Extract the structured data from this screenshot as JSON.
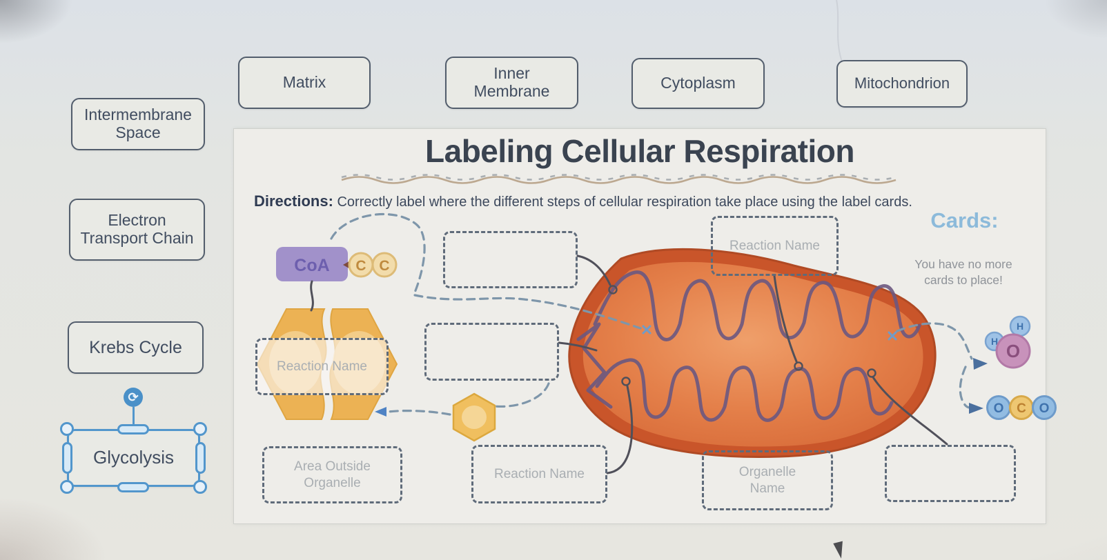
{
  "worksheet": {
    "title": "Labeling Cellular Respiration",
    "directions_label": "Directions:",
    "directions_text": " Correctly label where the different steps of cellular respiration take place using the label cards.",
    "cards_heading": "Cards:",
    "no_cards_message": "You have no more cards to place!"
  },
  "label_cards": [
    {
      "id": "intermembrane-space",
      "label": "Intermembrane Space",
      "selected": false
    },
    {
      "id": "matrix",
      "label": "Matrix",
      "selected": false
    },
    {
      "id": "inner-membrane",
      "label": "Inner Membrane",
      "selected": false
    },
    {
      "id": "cytoplasm",
      "label": "Cytoplasm",
      "selected": false
    },
    {
      "id": "mitochondrion",
      "label": "Mitochondrion",
      "selected": false
    },
    {
      "id": "electron-transport-chain",
      "label": "Electron Transport Chain",
      "selected": false
    },
    {
      "id": "krebs-cycle",
      "label": "Krebs Cycle",
      "selected": false
    },
    {
      "id": "glycolysis",
      "label": "Glycolysis",
      "selected": true
    }
  ],
  "drop_zones": [
    {
      "id": "zone-top-middle",
      "label": ""
    },
    {
      "id": "zone-reaction-top",
      "label": "Reaction Name"
    },
    {
      "id": "zone-middle",
      "label": ""
    },
    {
      "id": "zone-glucose",
      "label": "Reaction Name"
    },
    {
      "id": "zone-area-outside",
      "label": "Area Outside Organelle"
    },
    {
      "id": "zone-reaction-bottom",
      "label": "Reaction Name"
    },
    {
      "id": "zone-organelle",
      "label": "Organelle Name"
    },
    {
      "id": "zone-bottom-right",
      "label": ""
    }
  ],
  "molecules": {
    "coa": "CoA",
    "carbon": "C",
    "hydrogen": "H",
    "oxygen": "O"
  },
  "icons": {
    "rotate": "⟳"
  },
  "colors": {
    "selection_blue": "#5296cc",
    "cards_heading_blue": "#8cbada",
    "card_border": "#525d6c",
    "mitochondrion_orange": "#c9552a",
    "cristae_purple": "#6b5880",
    "hexagon_yellow": "#ecb254",
    "coa_purple": "#a191ca",
    "dashed_zone_gray": "#5f6b7a"
  }
}
